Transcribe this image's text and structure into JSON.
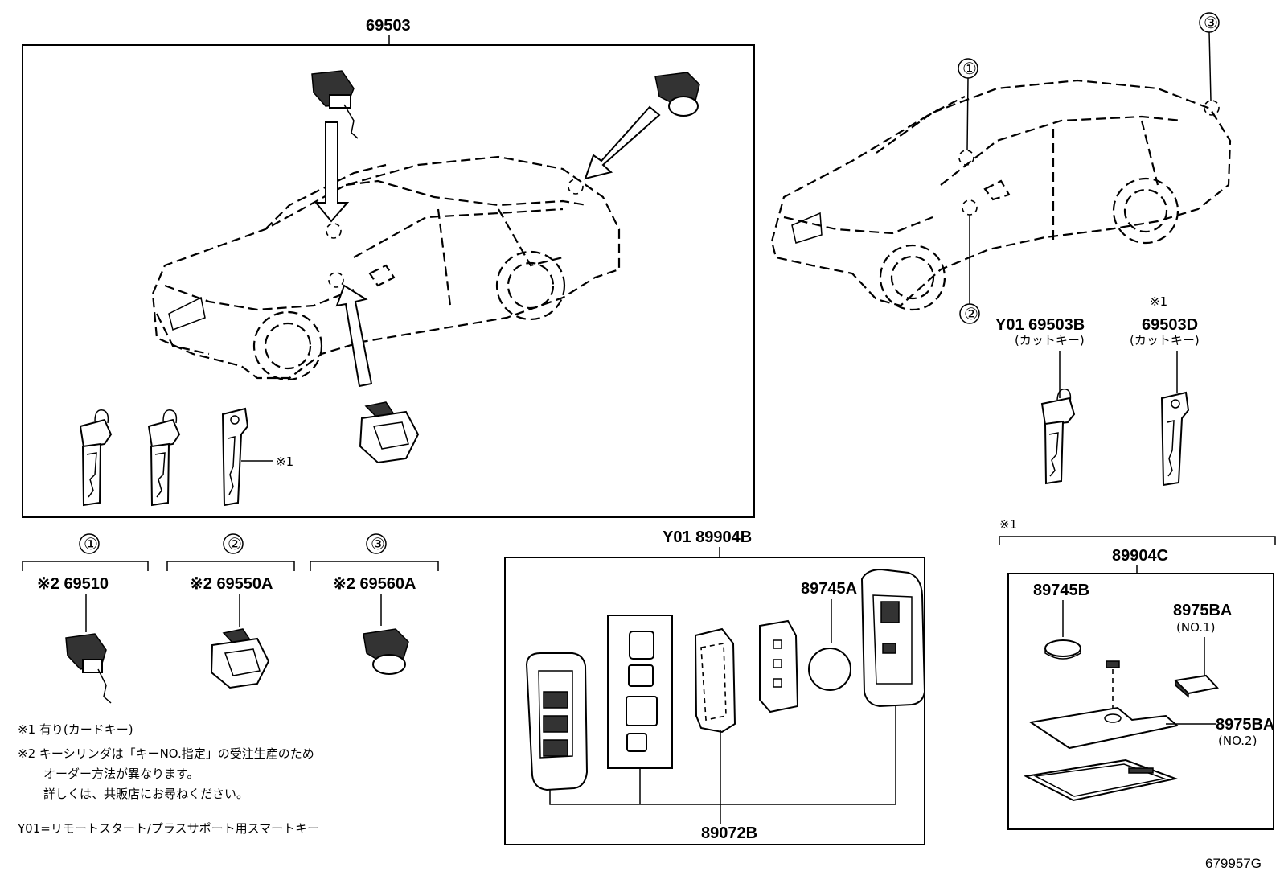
{
  "labels": {
    "main_assembly": "69503",
    "circle_1": "①",
    "circle_2": "②",
    "circle_3": "③",
    "note_mark_1": "※1",
    "y01_69503b": "Y01 69503B",
    "y01_69503b_sub": "(カットキー)",
    "note1_69503d": "※1",
    "p_69503d": "69503D",
    "p_69503d_sub": "(カットキー)",
    "c1_part": "※2 69510",
    "c2_part": "※2 69550A",
    "c3_part": "※2 69560A",
    "y01_89904b": "Y01 89904B",
    "p_89745a": "89745A",
    "p_89072b": "89072B",
    "note1_89904c": "※1",
    "p_89904c": "89904C",
    "p_89745b": "89745B",
    "p_8975ba_1": "8975BA",
    "p_8975ba_1_sub": "(NO.1)",
    "p_8975ba_2": "8975BA",
    "p_8975ba_2_sub": "(NO.2)",
    "figure_number": "679957G"
  },
  "notes": {
    "line1": "※1 有り(カードキー)",
    "line2": "※2 キーシリンダは「キーNO.指定」の受注生産のため",
    "line3": "オーダー方法が異なります。",
    "line4": "詳しくは、共販店にお尋ねください。",
    "line5": "Y01=リモートスタート/プラスサポート用スマートキー"
  }
}
